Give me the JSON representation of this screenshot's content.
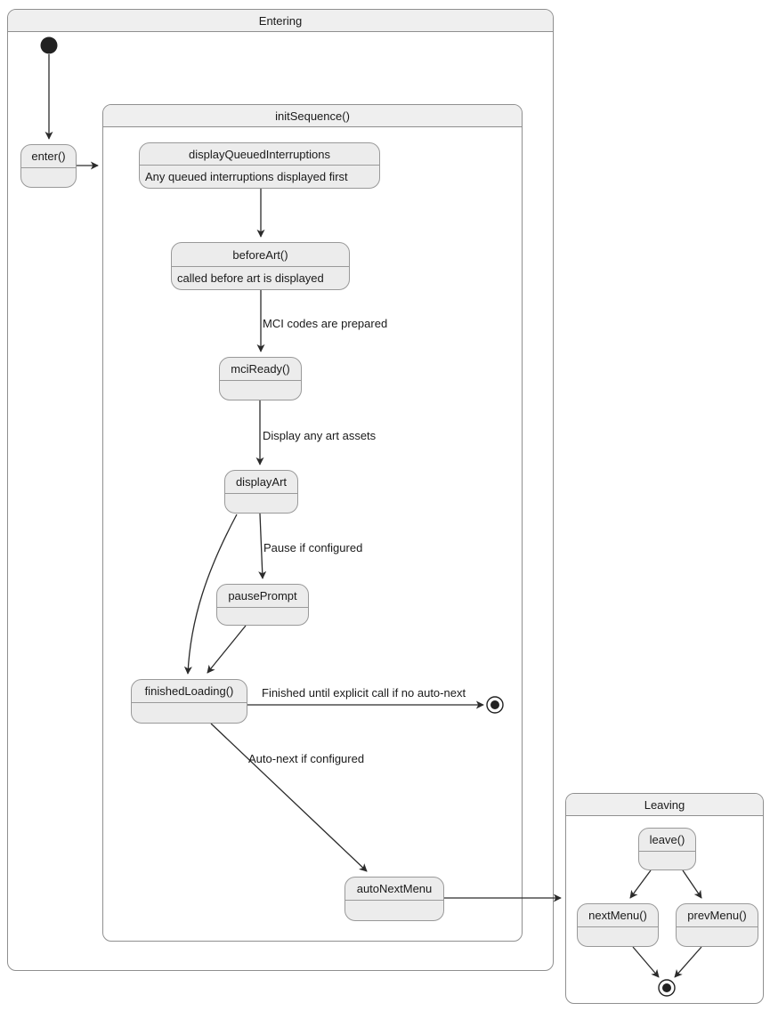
{
  "diagram": {
    "containers": {
      "entering": {
        "title": "Entering"
      },
      "init_sequence": {
        "title": "initSequence()"
      },
      "leaving": {
        "title": "Leaving"
      }
    },
    "states": {
      "enter": {
        "label": "enter()"
      },
      "display_queued_interruptions": {
        "label": "displayQueuedInterruptions",
        "description": "Any queued interruptions displayed first"
      },
      "before_art": {
        "label": "beforeArt()",
        "description": "called before art is displayed"
      },
      "mci_ready": {
        "label": "mciReady()"
      },
      "display_art": {
        "label": "displayArt"
      },
      "pause_prompt": {
        "label": "pausePrompt"
      },
      "finished_loading": {
        "label": "finishedLoading()"
      },
      "auto_next_menu": {
        "label": "autoNextMenu"
      },
      "leave": {
        "label": "leave()"
      },
      "next_menu": {
        "label": "nextMenu()"
      },
      "prev_menu": {
        "label": "prevMenu()"
      }
    },
    "edge_labels": {
      "mci_prepared": "MCI codes are prepared",
      "display_art_assets": "Display any art assets",
      "pause_if_configured": "Pause if configured",
      "finished_no_autonext": "Finished until explicit call if no auto-next",
      "autonext_if_configured": "Auto-next if configured"
    },
    "colors": {
      "state_fill": "#ececec",
      "state_border": "#999999",
      "container_border": "#8f8f8f",
      "container_title_fill": "#efefef",
      "edge": "#2b2b2b",
      "text": "#1a1a1a"
    }
  }
}
